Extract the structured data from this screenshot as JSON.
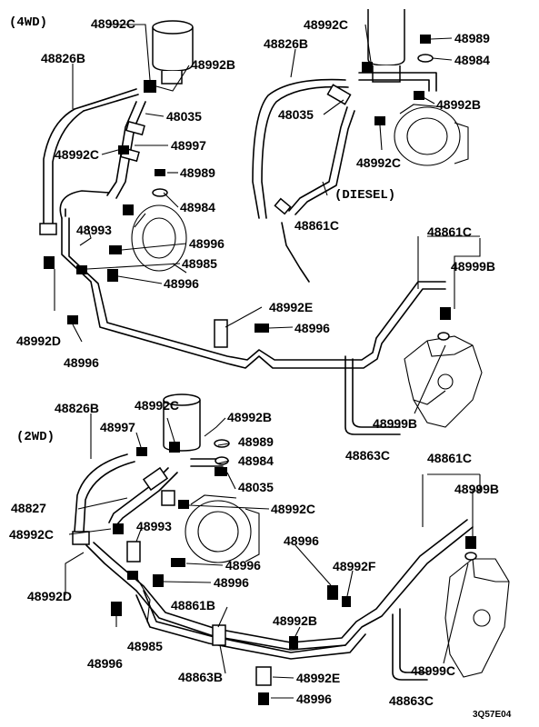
{
  "sections": {
    "top_4wd": "(4WD)",
    "diesel": "(DIESEL)",
    "bottom_2wd": "(2WD)"
  },
  "labels": {
    "t_48992C_a": "48992C",
    "t_48826B_a": "48826B",
    "t_48992B_a": "48992B",
    "t_48035_a": "48035",
    "t_48997_a": "48997",
    "t_48992C_b": "48992C",
    "t_48989_a": "48989",
    "t_48984_a": "48984",
    "t_48993_a": "48993",
    "t_48996_a": "48996",
    "t_48985_a": "48985",
    "t_48996_b": "48996",
    "t_48992D_a": "48992D",
    "t_48996_c": "48996",
    "d_48992C_a": "48992C",
    "d_48826B": "48826B",
    "d_48989": "48989",
    "d_48984": "48984",
    "d_48035": "48035",
    "d_48992B": "48992B",
    "d_48992C_b": "48992C",
    "d_48861C": "48861C",
    "t_48861C": "48861C",
    "t_48999B_a": "48999B",
    "t_48992E": "48992E",
    "t_48996_d": "48996",
    "t_48999B_b": "48999B",
    "t_48863C": "48863C",
    "b_48826B": "48826B",
    "b_48992C_a": "48992C",
    "b_48997": "48997",
    "b_48992B_a": "48992B",
    "b_48989": "48989",
    "b_48984": "48984",
    "b_48035": "48035",
    "b_48827": "48827",
    "b_48992C_b": "48992C",
    "b_48992C_c": "48992C",
    "b_48993": "48993",
    "b_48996_a": "48996",
    "b_48996_b": "48996",
    "b_48992D": "48992D",
    "b_48861B": "48861B",
    "b_48985": "48985",
    "b_48996_c": "48996",
    "b_48863B": "48863B",
    "b_48992E": "48992E",
    "b_48996_d": "48996",
    "b_48996_e": "48996",
    "b_48992F": "48992F",
    "b_48992B_b": "48992B",
    "b_48861C": "48861C",
    "b_48999B": "48999B",
    "b_48999C": "48999C",
    "b_48863C": "48863C"
  },
  "figure_code": "3Q57E04"
}
